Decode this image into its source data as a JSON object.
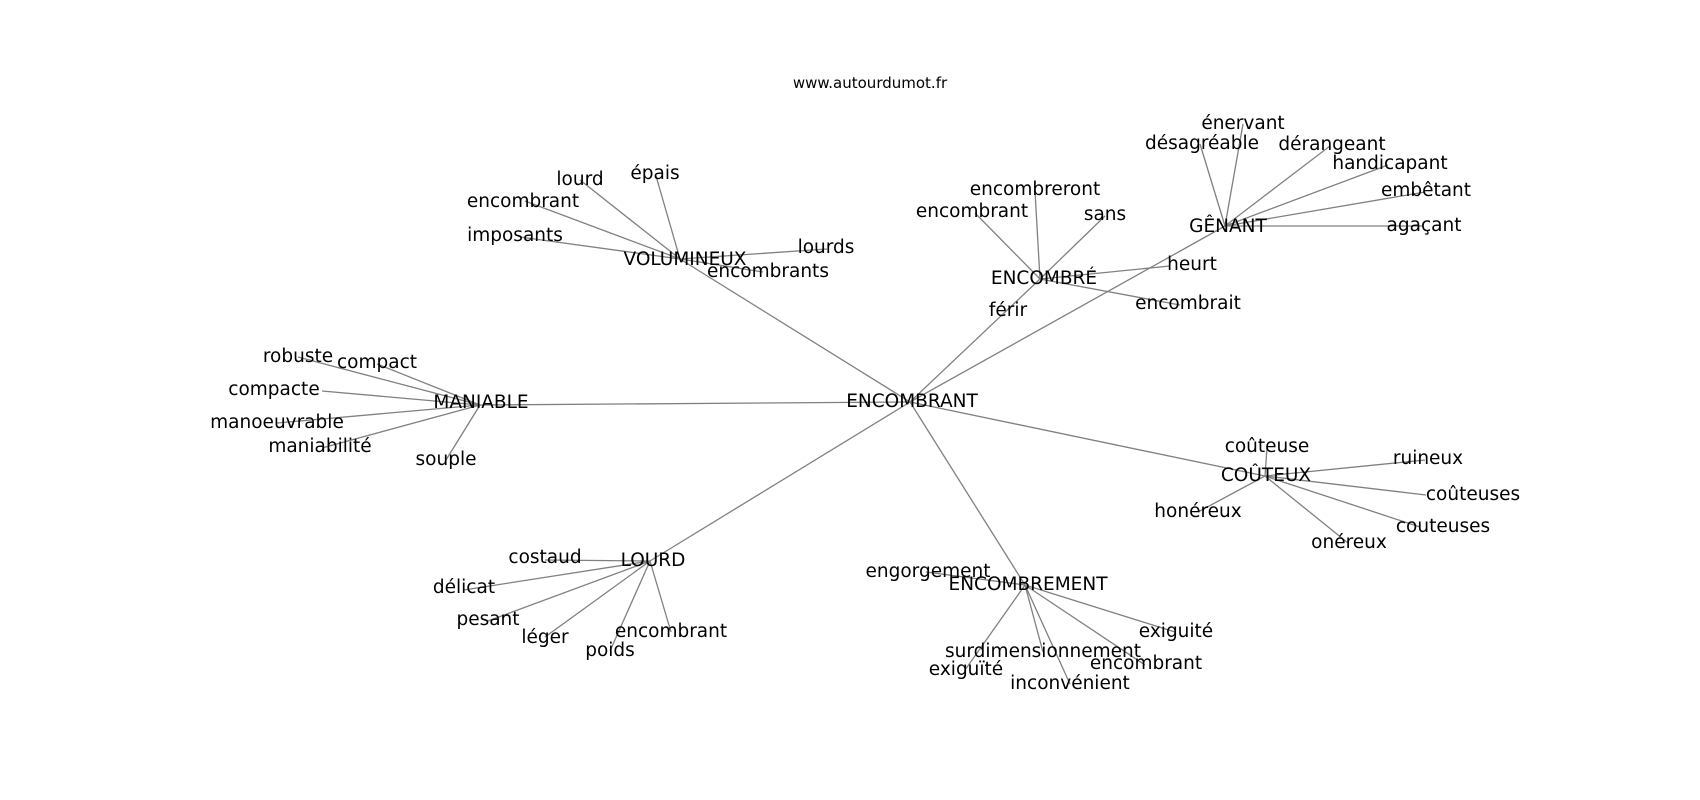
{
  "site": "www.autourdumot.fr",
  "colors": {
    "edge": "#808080",
    "text": "#000000",
    "background": "#ffffff"
  },
  "graph": {
    "center": "ENCOMBRANT",
    "nodes": [
      {
        "id": "ENCOMBRANT",
        "label": "ENCOMBRANT"
      },
      {
        "id": "VOLUMINEUX",
        "label": "VOLUMINEUX"
      },
      {
        "id": "ENCOMBRE",
        "label": "ENCOMBRÉ"
      },
      {
        "id": "GENANT",
        "label": "GÊNANT"
      },
      {
        "id": "MANIABLE",
        "label": "MANIABLE"
      },
      {
        "id": "COUTEUX",
        "label": "COÛTEUX"
      },
      {
        "id": "LOURD",
        "label": "LOURD"
      },
      {
        "id": "ENCOMBREMENT",
        "label": "ENCOMBREMENT"
      },
      {
        "id": "v_lourd",
        "label": "lourd"
      },
      {
        "id": "v_epais",
        "label": "épais"
      },
      {
        "id": "v_encombrant",
        "label": "encombrant"
      },
      {
        "id": "v_imposants",
        "label": "imposants"
      },
      {
        "id": "v_lourds",
        "label": "lourds"
      },
      {
        "id": "v_encombrants",
        "label": "encombrants"
      },
      {
        "id": "e_encombreront",
        "label": "encombreront"
      },
      {
        "id": "e_encombrant",
        "label": "encombrant"
      },
      {
        "id": "e_sans",
        "label": "sans"
      },
      {
        "id": "e_heurt",
        "label": "heurt"
      },
      {
        "id": "e_encombrait",
        "label": "encombrait"
      },
      {
        "id": "e_ferir",
        "label": "férir"
      },
      {
        "id": "g_enervant",
        "label": "énervant"
      },
      {
        "id": "g_desagreable",
        "label": "désagréable"
      },
      {
        "id": "g_derangeant",
        "label": "dérangeant"
      },
      {
        "id": "g_handicapant",
        "label": "handicapant"
      },
      {
        "id": "g_embetant",
        "label": "embêtant"
      },
      {
        "id": "g_agacant",
        "label": "agaçant"
      },
      {
        "id": "m_robuste",
        "label": "robuste"
      },
      {
        "id": "m_compact",
        "label": "compact"
      },
      {
        "id": "m_compacte",
        "label": "compacte"
      },
      {
        "id": "m_manoeuvrable",
        "label": "manoeuvrable"
      },
      {
        "id": "m_maniabilite",
        "label": "maniabilité"
      },
      {
        "id": "m_souple",
        "label": "souple"
      },
      {
        "id": "c_couteuse",
        "label": "coûteuse"
      },
      {
        "id": "c_ruineux",
        "label": "ruineux"
      },
      {
        "id": "c_couteuses",
        "label": "coûteuses"
      },
      {
        "id": "c_couteuses2",
        "label": "couteuses"
      },
      {
        "id": "c_onereux",
        "label": "onéreux"
      },
      {
        "id": "c_honereux",
        "label": "honéreux"
      },
      {
        "id": "l_costaud",
        "label": "costaud"
      },
      {
        "id": "l_delicat",
        "label": "délicat"
      },
      {
        "id": "l_pesant",
        "label": "pesant"
      },
      {
        "id": "l_leger",
        "label": "léger"
      },
      {
        "id": "l_poids",
        "label": "poids"
      },
      {
        "id": "l_encombrant",
        "label": "encombrant"
      },
      {
        "id": "n_engorgement",
        "label": "engorgement"
      },
      {
        "id": "n_surdimensionnement",
        "label": "surdimensionnement"
      },
      {
        "id": "n_exiguite1",
        "label": "exiguïté"
      },
      {
        "id": "n_inconvenient",
        "label": "inconvénient"
      },
      {
        "id": "n_encombrant",
        "label": "encombrant"
      },
      {
        "id": "n_exiguite2",
        "label": "exiguité"
      }
    ],
    "edges": [
      [
        "ENCOMBRANT",
        "VOLUMINEUX"
      ],
      [
        "ENCOMBRANT",
        "ENCOMBRE"
      ],
      [
        "ENCOMBRANT",
        "GENANT"
      ],
      [
        "ENCOMBRANT",
        "MANIABLE"
      ],
      [
        "ENCOMBRANT",
        "COUTEUX"
      ],
      [
        "ENCOMBRANT",
        "LOURD"
      ],
      [
        "ENCOMBRANT",
        "ENCOMBREMENT"
      ],
      [
        "VOLUMINEUX",
        "v_lourd"
      ],
      [
        "VOLUMINEUX",
        "v_epais"
      ],
      [
        "VOLUMINEUX",
        "v_encombrant"
      ],
      [
        "VOLUMINEUX",
        "v_imposants"
      ],
      [
        "VOLUMINEUX",
        "v_lourds"
      ],
      [
        "VOLUMINEUX",
        "v_encombrants"
      ],
      [
        "ENCOMBRE",
        "e_encombreront"
      ],
      [
        "ENCOMBRE",
        "e_encombrant"
      ],
      [
        "ENCOMBRE",
        "e_sans"
      ],
      [
        "ENCOMBRE",
        "e_heurt"
      ],
      [
        "ENCOMBRE",
        "e_encombrait"
      ],
      [
        "GENANT",
        "g_enervant"
      ],
      [
        "GENANT",
        "g_desagreable"
      ],
      [
        "GENANT",
        "g_derangeant"
      ],
      [
        "GENANT",
        "g_handicapant"
      ],
      [
        "GENANT",
        "g_embetant"
      ],
      [
        "GENANT",
        "g_agacant"
      ],
      [
        "MANIABLE",
        "m_robuste"
      ],
      [
        "MANIABLE",
        "m_compact"
      ],
      [
        "MANIABLE",
        "m_compacte"
      ],
      [
        "MANIABLE",
        "m_manoeuvrable"
      ],
      [
        "MANIABLE",
        "m_maniabilite"
      ],
      [
        "MANIABLE",
        "m_souple"
      ],
      [
        "COUTEUX",
        "c_couteuse"
      ],
      [
        "COUTEUX",
        "c_ruineux"
      ],
      [
        "COUTEUX",
        "c_couteuses"
      ],
      [
        "COUTEUX",
        "c_couteuses2"
      ],
      [
        "COUTEUX",
        "c_onereux"
      ],
      [
        "COUTEUX",
        "c_honereux"
      ],
      [
        "LOURD",
        "l_costaud"
      ],
      [
        "LOURD",
        "l_delicat"
      ],
      [
        "LOURD",
        "l_pesant"
      ],
      [
        "LOURD",
        "l_leger"
      ],
      [
        "LOURD",
        "l_poids"
      ],
      [
        "LOURD",
        "l_encombrant"
      ],
      [
        "ENCOMBREMENT",
        "n_engorgement"
      ],
      [
        "ENCOMBREMENT",
        "n_surdimensionnement"
      ],
      [
        "ENCOMBREMENT",
        "n_exiguite1"
      ],
      [
        "ENCOMBREMENT",
        "n_inconvenient"
      ],
      [
        "ENCOMBREMENT",
        "n_encombrant"
      ],
      [
        "ENCOMBREMENT",
        "n_exiguite2"
      ]
    ]
  }
}
